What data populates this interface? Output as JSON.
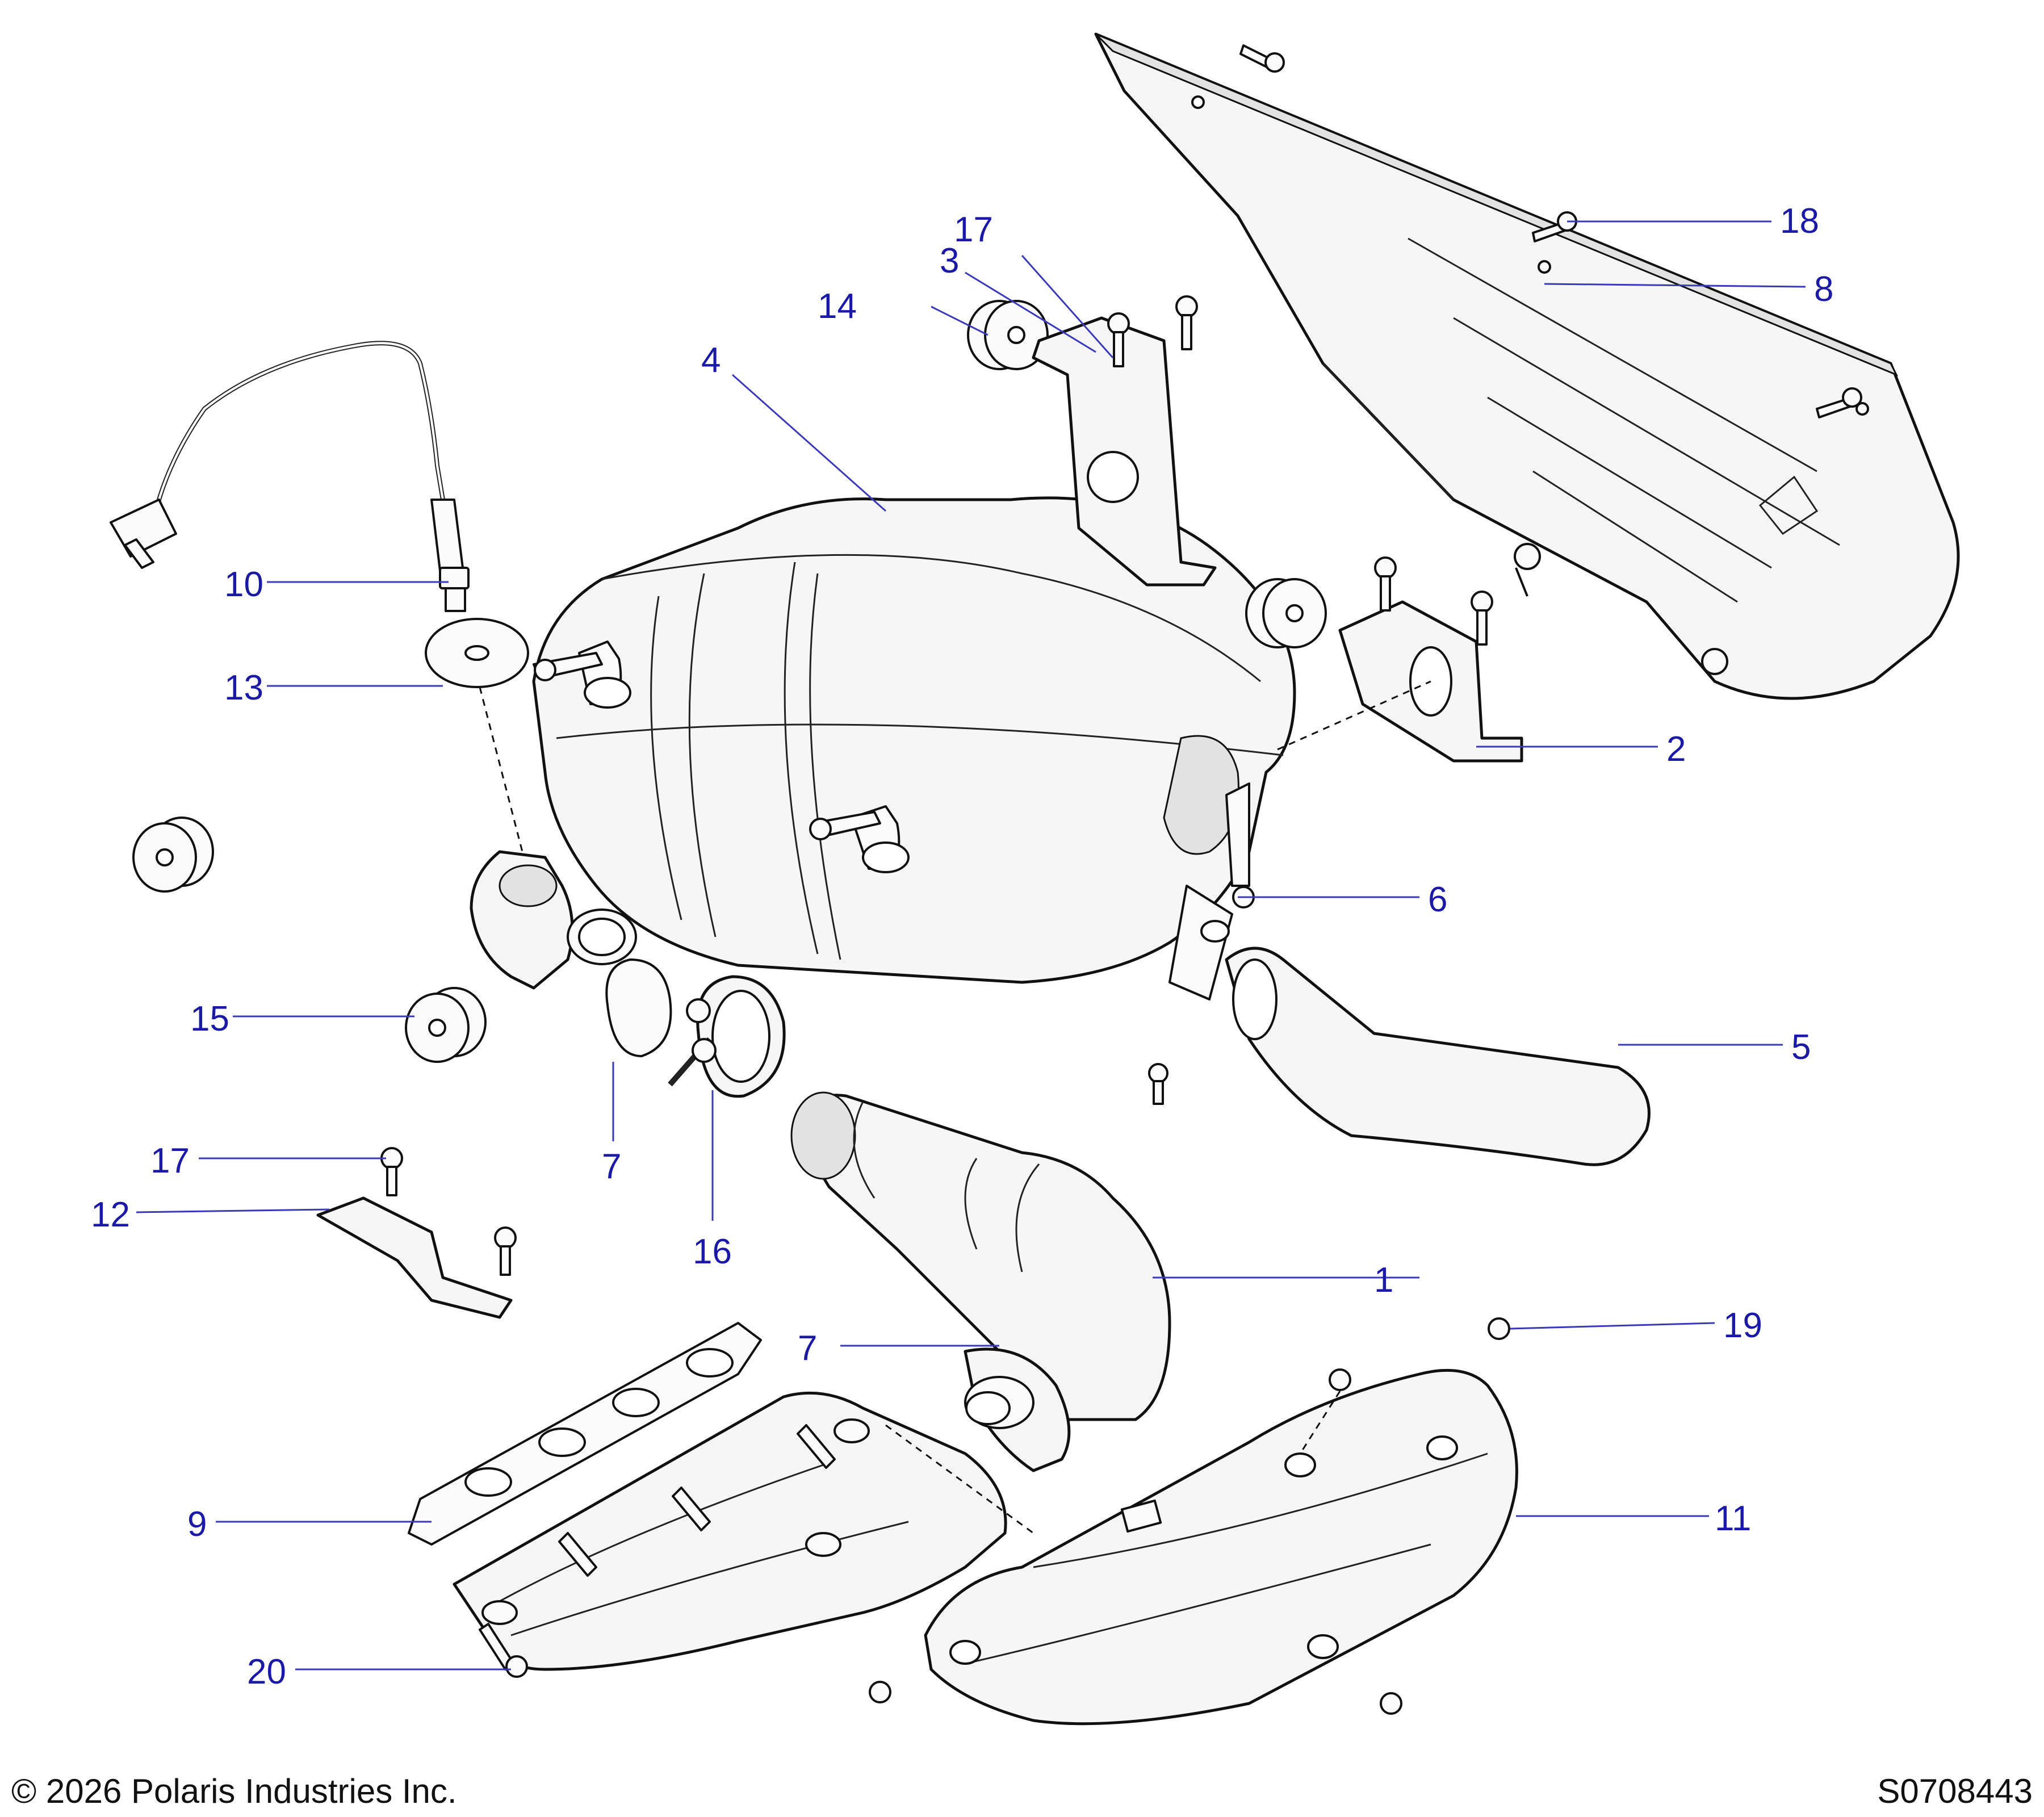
{
  "callouts": [
    {
      "id": "1",
      "label": "1"
    },
    {
      "id": "2",
      "label": "2"
    },
    {
      "id": "3",
      "label": "3"
    },
    {
      "id": "4",
      "label": "4"
    },
    {
      "id": "5",
      "label": "5"
    },
    {
      "id": "6",
      "label": "6"
    },
    {
      "id": "7a",
      "label": "7"
    },
    {
      "id": "7b",
      "label": "7"
    },
    {
      "id": "8",
      "label": "8"
    },
    {
      "id": "9",
      "label": "9"
    },
    {
      "id": "10",
      "label": "10"
    },
    {
      "id": "11",
      "label": "11"
    },
    {
      "id": "12",
      "label": "12"
    },
    {
      "id": "13",
      "label": "13"
    },
    {
      "id": "14",
      "label": "14"
    },
    {
      "id": "15",
      "label": "15"
    },
    {
      "id": "16",
      "label": "16"
    },
    {
      "id": "17a",
      "label": "17"
    },
    {
      "id": "17b",
      "label": "17"
    },
    {
      "id": "18",
      "label": "18"
    },
    {
      "id": "19",
      "label": "19"
    },
    {
      "id": "20",
      "label": "20"
    }
  ],
  "footer": {
    "copyright": "© 2026 Polaris Industries Inc.",
    "drawing_number": "S0708443"
  },
  "colors": {
    "callout": "#1a1aa6",
    "leader": "#3a3ab8",
    "line_art": "#111111"
  }
}
